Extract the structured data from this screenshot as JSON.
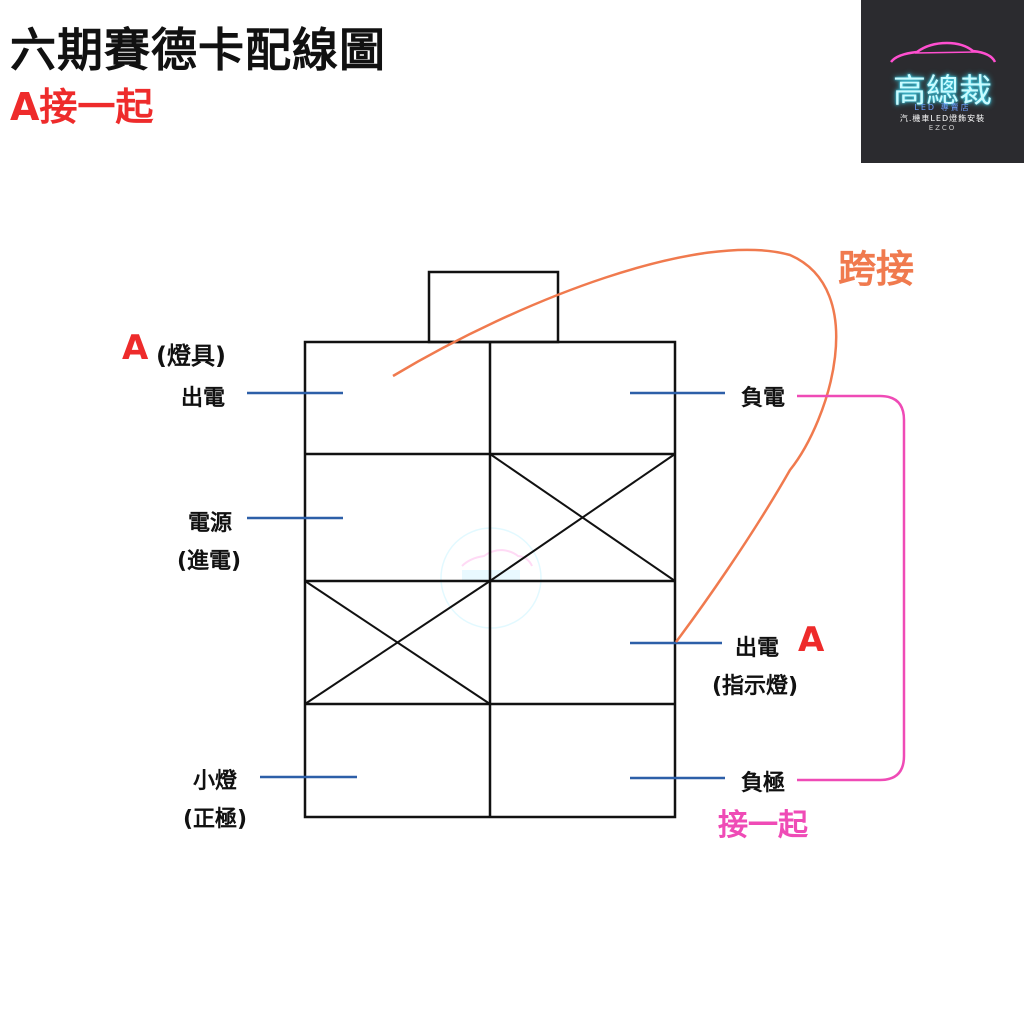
{
  "header": {
    "title": "六期賽德卡配線圖",
    "subtitle": "A接一起"
  },
  "logo": {
    "main": "高總裁",
    "line1": "LED 專賣店",
    "line2": "汽.機車LED燈飾安裝",
    "line3": "EZCO"
  },
  "labels": {
    "a_mark_top": "A",
    "lamp": "(燈具)",
    "out_power": "出電",
    "power_source": "電源",
    "incoming_power": "(進電)",
    "small_light": "小燈",
    "positive": "(正極)",
    "negative_power": "負電",
    "out_power_right": "出電",
    "a_mark_right": "A",
    "indicator": "(指示燈)",
    "negative_pole": "負極",
    "cross_connect": "跨接",
    "connect_together": "接一起"
  },
  "colors": {
    "title": "#111111",
    "accent_red": "#ee2b2b",
    "cross_wire": "#f07a4e",
    "connect_wire": "#ef4bb6",
    "leader_lines": "#2d5fa8",
    "logo_bg": "#2b2b2f"
  }
}
